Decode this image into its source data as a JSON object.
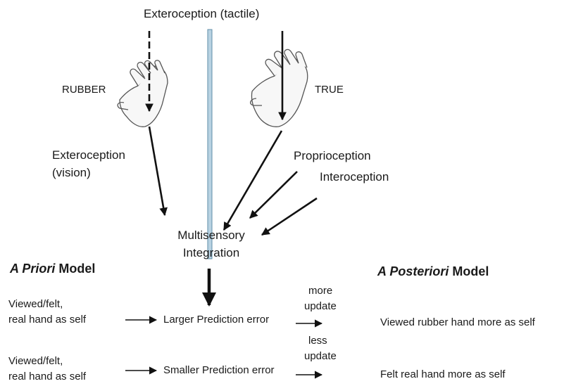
{
  "top": {
    "tactile_label": "Exteroception (tactile)"
  },
  "hands": {
    "rubber_label": "RUBBER",
    "true_label": "TRUE"
  },
  "inputs": {
    "vision_line1": "Exteroception",
    "vision_line2": "(vision)",
    "proprioception": "Proprioception",
    "interoception": "Interoception"
  },
  "integration": {
    "line1": "Multisensory",
    "line2": "Integration"
  },
  "a_priori": {
    "title_italic": "A Priori",
    "title_rest": " Model"
  },
  "a_posteriori": {
    "title_italic": "A Posteriori",
    "title_rest": " Model"
  },
  "rows": [
    {
      "prior_line1": "Viewed/felt,",
      "prior_line2": "real hand as self",
      "error": "Larger Prediction error",
      "update_line1": "more",
      "update_line2": "update",
      "posterior": "Viewed rubber hand more as self"
    },
    {
      "prior_line1": "Viewed/felt,",
      "prior_line2": "real hand as self",
      "error": "Smaller Prediction error",
      "update_line1": "less",
      "update_line2": "update",
      "posterior": "Felt real hand more as self"
    }
  ],
  "colors": {
    "divider_fill": "#b8d2e2",
    "divider_stroke": "#5f8ea8",
    "arrow": "#111111"
  }
}
